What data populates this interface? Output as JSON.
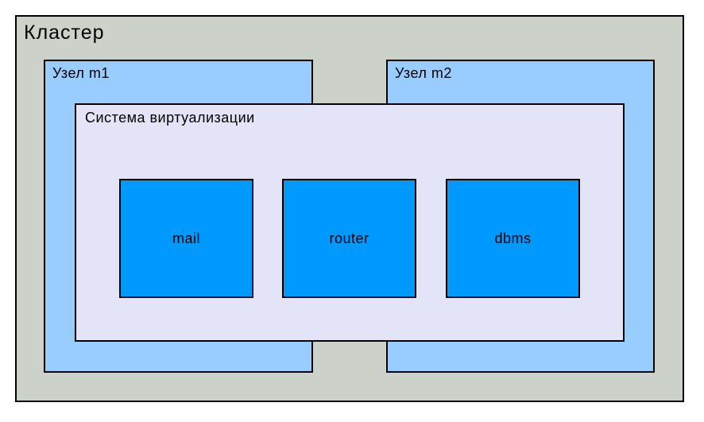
{
  "diagram": {
    "title": "Кластер",
    "cluster": {
      "label": "Кластер",
      "fill_color": "#ccd2ca",
      "border_color": "#000000"
    },
    "nodes": [
      {
        "label": "Узел m1",
        "fill_color": "#99ccff"
      },
      {
        "label": "Узел m2",
        "fill_color": "#99ccff"
      }
    ],
    "virtualization": {
      "label": "Система виртуализации",
      "fill_color": "#e4e4f8"
    },
    "vms": [
      {
        "label": "mail",
        "fill_color": "#0099ff"
      },
      {
        "label": "router",
        "fill_color": "#0099ff"
      },
      {
        "label": "dbms",
        "fill_color": "#0099ff"
      }
    ]
  }
}
